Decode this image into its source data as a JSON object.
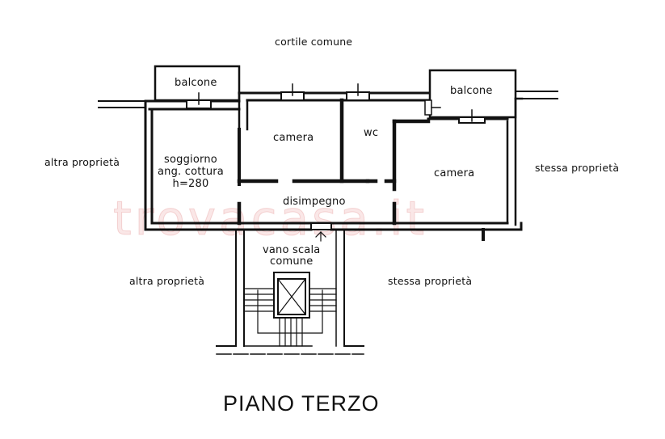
{
  "title": "PIANO TERZO",
  "watermark": "trovacasa.it",
  "surroundings": {
    "top": "cortile comune",
    "left_upper": "altra proprietà",
    "right_upper": "stessa proprietà",
    "left_lower": "altra proprietà",
    "right_lower": "stessa proprietà"
  },
  "rooms": {
    "balcone_left": "balcone",
    "balcone_right": "balcone",
    "soggiorno_line1": "soggiorno",
    "soggiorno_line2": "ang. cottura",
    "soggiorno_height": "h=280",
    "camera_left": "camera",
    "wc": "wc",
    "camera_right": "camera",
    "disimpegno": "disimpegno",
    "stair_line1": "vano scala",
    "stair_line2": "comune"
  },
  "colors": {
    "wall": "#111111",
    "watermark": "#e07878"
  }
}
